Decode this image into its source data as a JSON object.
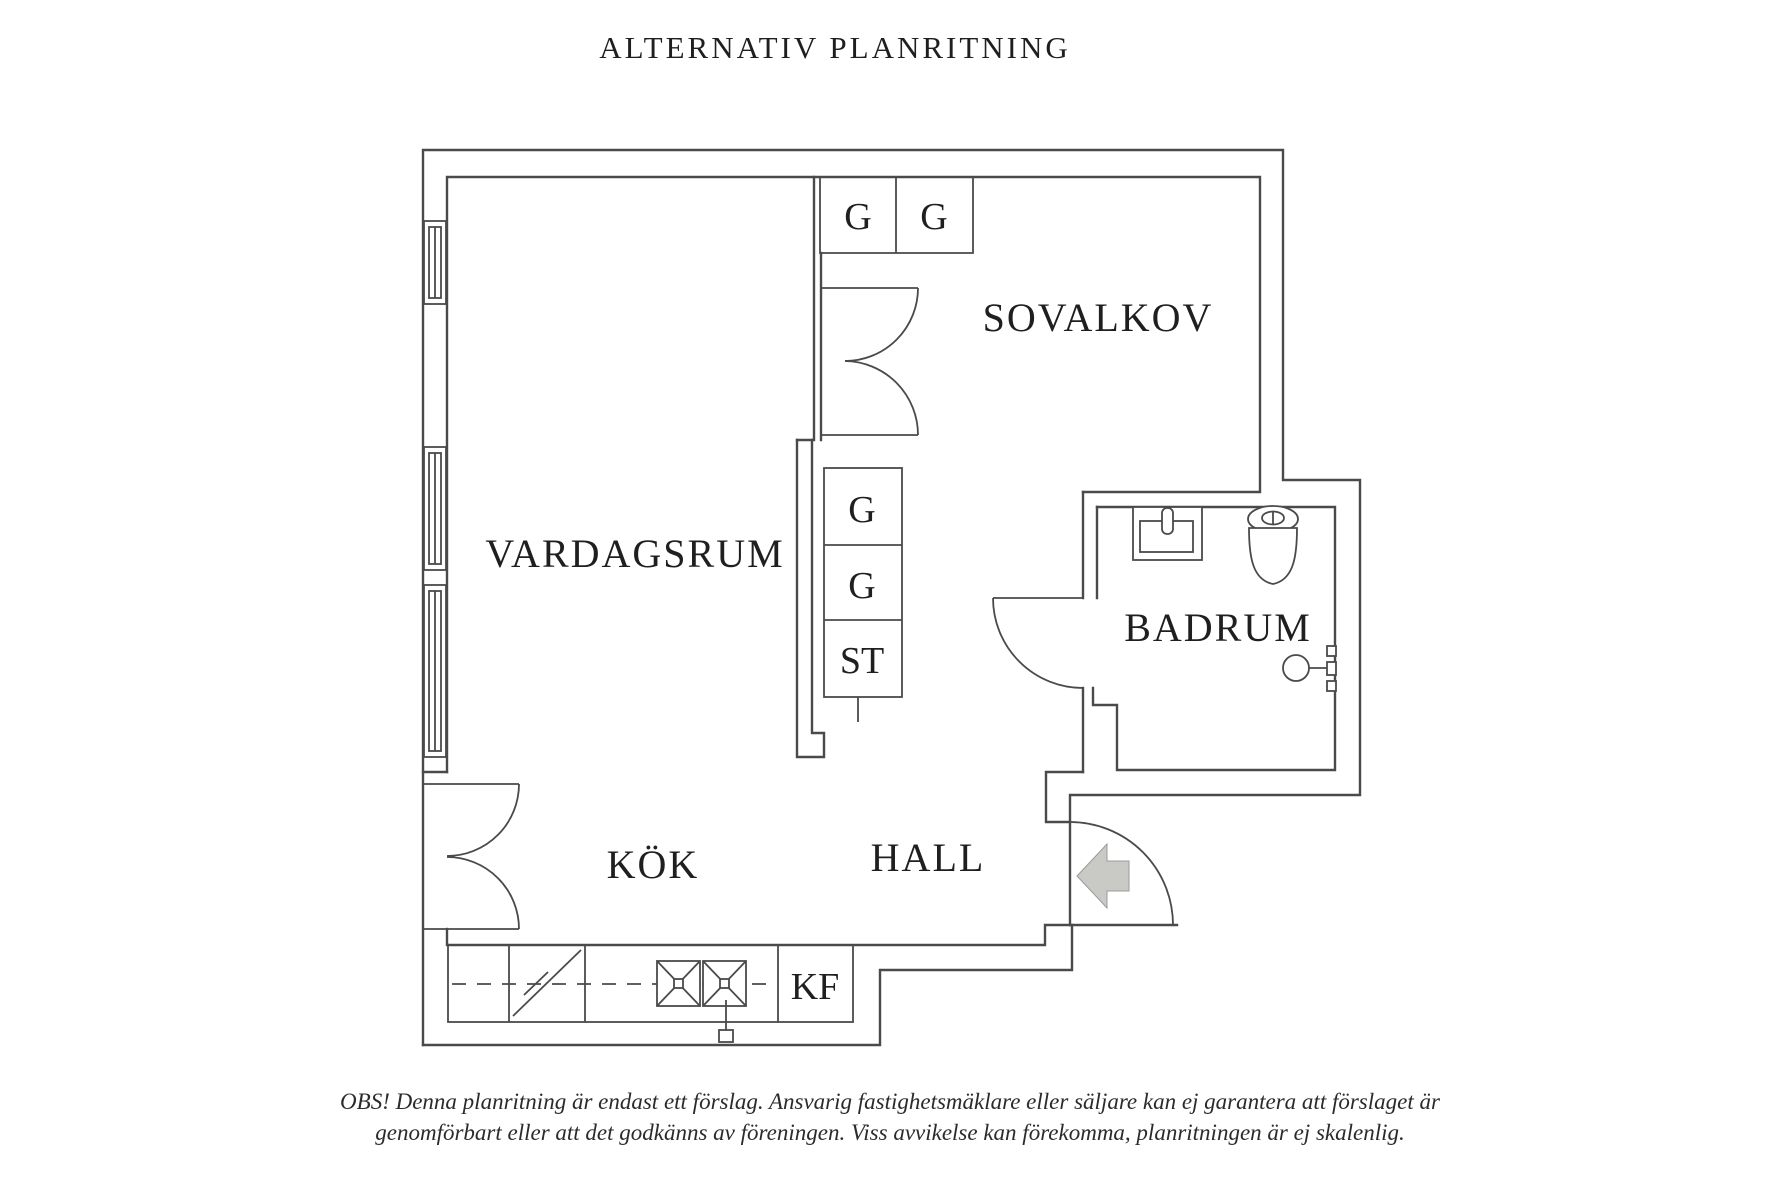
{
  "title": "ALTERNATIV PLANRITNING",
  "rooms": {
    "vardagsrum": "VARDAGSRUM",
    "sovalkov": "SOVALKOV",
    "badrum": "BADRUM",
    "kok": "KÖK",
    "hall": "HALL"
  },
  "closets": {
    "top_g1": "G",
    "top_g2": "G",
    "mid_g1": "G",
    "mid_g2": "G",
    "st": "ST",
    "kf": "KF"
  },
  "disclaimer": {
    "line1": "OBS! Denna planritning är endast ett förslag. Ansvarig fastighetsmäklare eller säljare kan ej garantera att förslaget är",
    "line2": "genomförbart eller att det godkänns av föreningen. Viss avvikelse kan förekomma, planritningen är ej skalenlig."
  },
  "colors": {
    "line": "#4a4a4a",
    "arrow_fill": "#c9c9c6",
    "text": "#1f1f1f",
    "background": "#ffffff"
  }
}
